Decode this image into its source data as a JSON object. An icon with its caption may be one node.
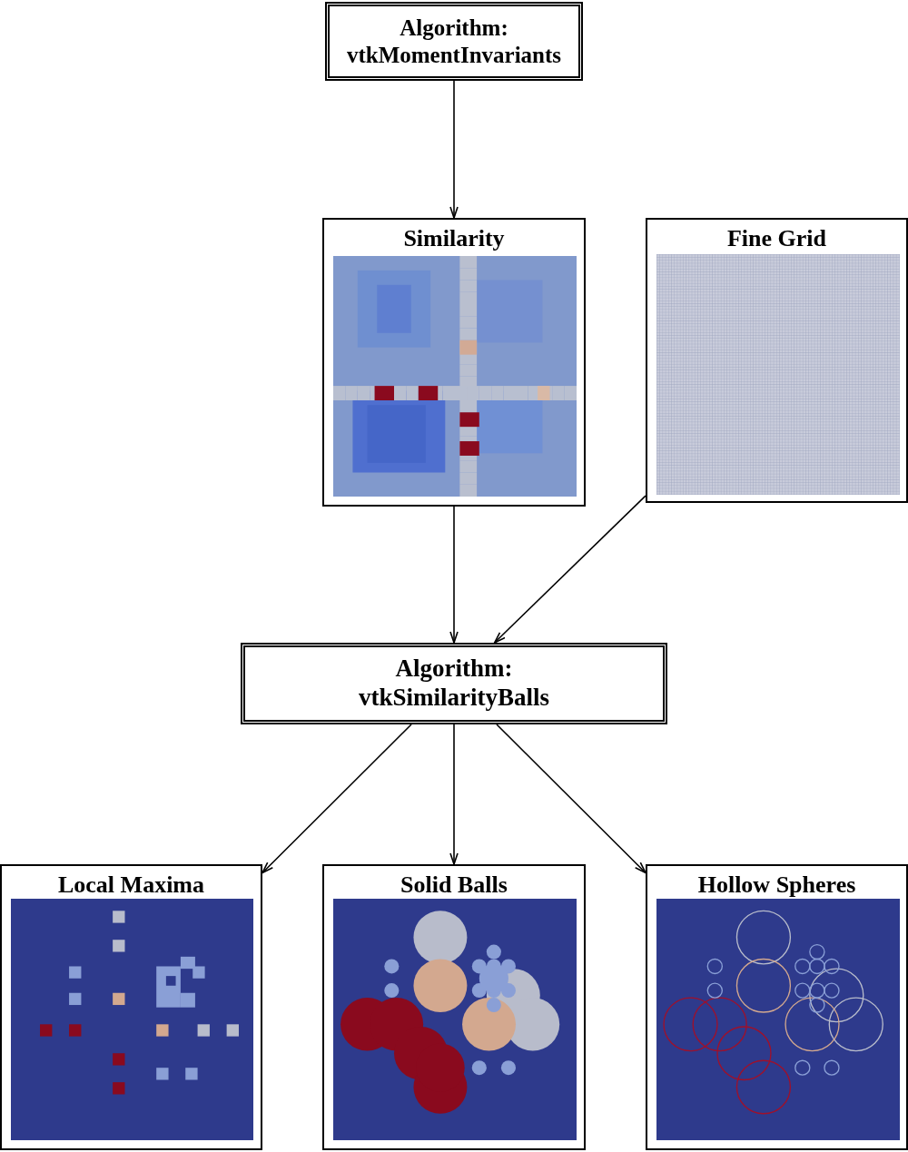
{
  "diagram": {
    "nodes": [
      {
        "text": [
          "Algorithm: vtkMomentInvariants"
        ]
      },
      {
        "text": [
          "Similarity"
        ]
      },
      {
        "text": [
          "Fine Grid"
        ]
      },
      {
        "text": [
          "Algorithm: vtkSimilarityBalls"
        ]
      },
      {
        "text": [
          "Local Maxima"
        ]
      },
      {
        "text": [
          "Solid Balls"
        ]
      },
      {
        "text": [
          "Hollow Spheres"
        ]
      }
    ],
    "edges": [
      {
        "from": 0,
        "to": 1,
        "arrow": "to"
      },
      {
        "from": 1,
        "to": 3,
        "arrow": "to"
      },
      {
        "from": 2,
        "to": 3,
        "arrow": "to"
      },
      {
        "from": 3,
        "to": 4,
        "arrow": "to"
      },
      {
        "from": 3,
        "to": 5,
        "arrow": "to"
      },
      {
        "from": 3,
        "to": 6,
        "arrow": "to"
      }
    ]
  }
}
